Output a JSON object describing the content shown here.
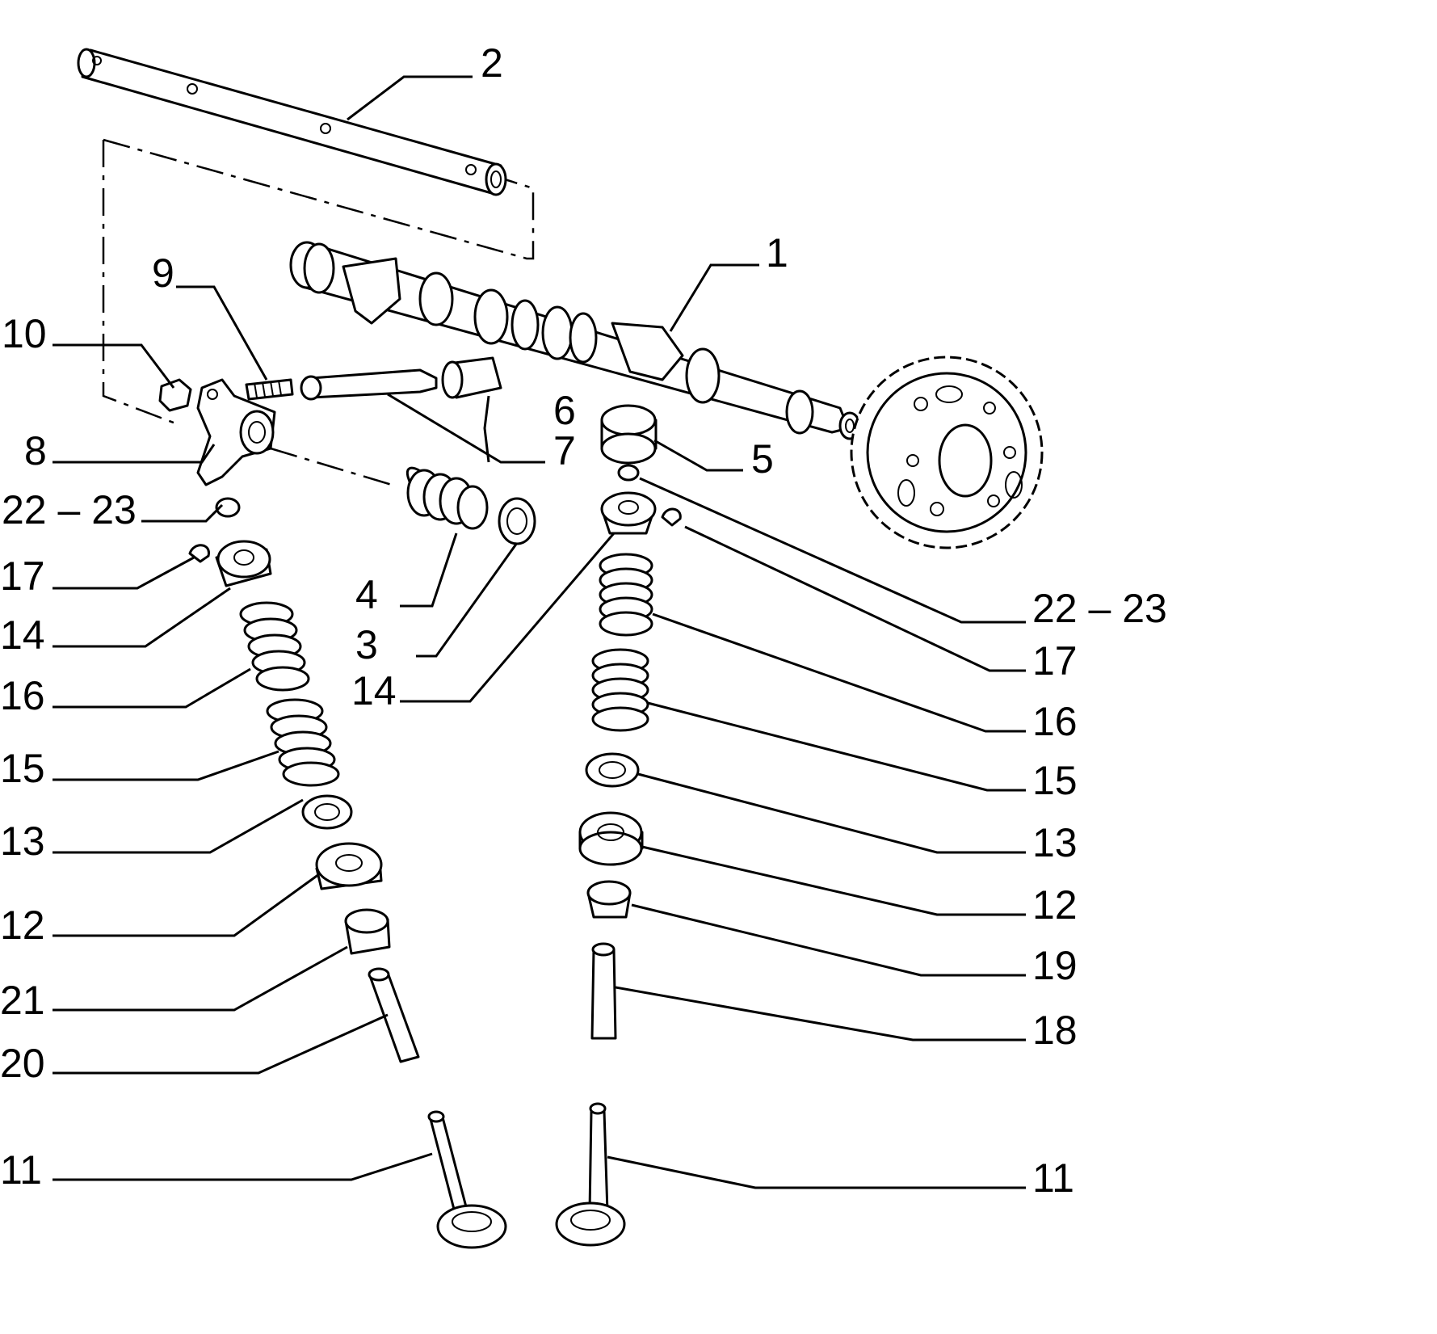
{
  "diagram": {
    "labels": {
      "l1": "1",
      "l2": "2",
      "l3": "3",
      "l4": "4",
      "l5": "5",
      "l6": "6",
      "l7": "7",
      "l8": "8",
      "l9": "9",
      "l10": "10",
      "l11_left": "11",
      "l11_right": "11",
      "l12_left": "12",
      "l12_right": "12",
      "l13_left": "13",
      "l13_right": "13",
      "l14_left": "14",
      "l14_mid": "14",
      "l15_left": "15",
      "l15_right": "15",
      "l16_left": "16",
      "l16_right": "16",
      "l17_left": "17",
      "l17_right": "17",
      "l18": "18",
      "l19": "19",
      "l20": "20",
      "l21": "21",
      "l22_23_left": "22 – 23",
      "l22_23_right": "22 – 23"
    },
    "colors": {
      "line": "#000000",
      "background": "#ffffff"
    }
  }
}
